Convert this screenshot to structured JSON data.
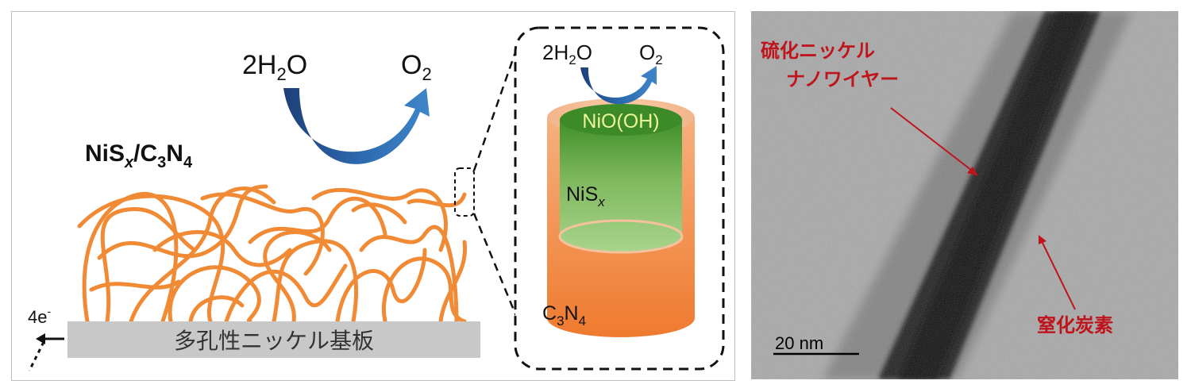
{
  "left_panel": {
    "reaction": {
      "reactant_main": "2H",
      "reactant_sub": "2",
      "reactant_end": "O",
      "product_main": "O",
      "product_sub": "2"
    },
    "material_label": {
      "ni": "NiS",
      "x": "x",
      "slash_c": "/C",
      "sub3": "3",
      "n": "N",
      "sub4": "4"
    },
    "electron_label": {
      "main": "4e",
      "sup": "-"
    },
    "substrate_label": "多孔性ニッケル基板"
  },
  "zoom_inset": {
    "reaction": {
      "reactant_main": "2H",
      "reactant_sub": "2",
      "reactant_end": "O",
      "product_main": "O",
      "product_sub": "2"
    },
    "shell_top_label": "NiO(OH)",
    "core_label": {
      "main": "NiS",
      "sub": "x"
    },
    "shell_label": {
      "c": "C",
      "sub3": "3",
      "n": "N",
      "sub4": "4"
    }
  },
  "tem_image": {
    "label_nanowire_line1": "硫化ニッケル",
    "label_nanowire_line2": "ナノワイヤー",
    "label_carbon_nitride": "窒化炭素",
    "scale_bar": "20 nm"
  },
  "colors": {
    "fiber": "#f08a35",
    "arrow_blue": "#2e6fb5",
    "core_green": "#8dc46a",
    "shell_orange": "#f0a070",
    "tem_label_red": "#c0141c",
    "substrate_gray": "#c8c8c8"
  }
}
